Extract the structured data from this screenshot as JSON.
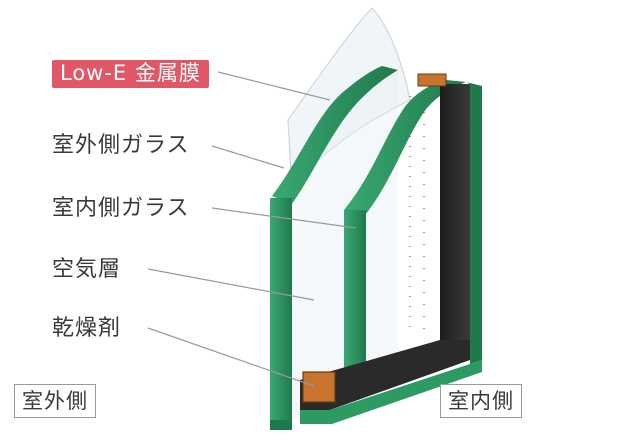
{
  "labels": {
    "low_e": "Low-E 金属膜",
    "outer_glass": "室外側ガラス",
    "inner_glass": "室内側ガラス",
    "air_layer": "空気層",
    "desiccant": "乾燥剤"
  },
  "sides": {
    "outdoor": "室外側",
    "indoor": "室内側"
  },
  "colors": {
    "glass_edge": "#2e9a63",
    "glass_edge_dark": "#1f7a4b",
    "spacer": "#2a2a2a",
    "desiccant": "#c8732e",
    "low_e_badge": "#e05868",
    "leader_line": "#9a9a9a"
  }
}
